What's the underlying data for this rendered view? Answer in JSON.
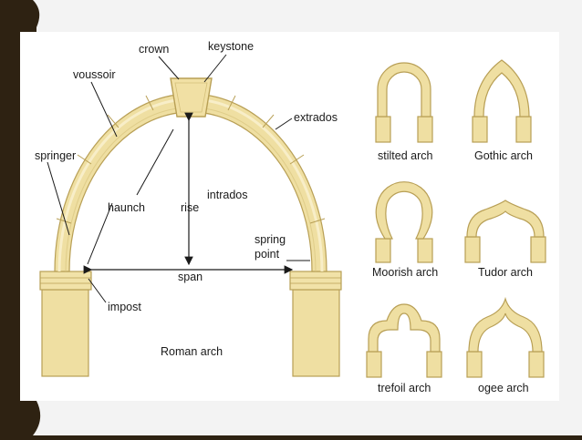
{
  "colors": {
    "slide_bg": "#f3f3f3",
    "frame_dark": "#2e2212",
    "stone_fill": "#efdfa2",
    "stone_light": "#f6ecc4",
    "stone_edge": "#b89f55",
    "line": "#1a1a1a"
  },
  "roman_arch": {
    "caption": "Roman arch",
    "labels": {
      "crown": "crown",
      "keystone": "keystone",
      "voussoir": "voussoir",
      "extrados": "extrados",
      "springer": "springer",
      "haunch": "haunch",
      "rise": "rise",
      "intrados": "intrados",
      "spring_point_line1": "spring",
      "spring_point_line2": "point",
      "span": "span",
      "impost": "impost"
    }
  },
  "arch_types": [
    {
      "name": "stilted arch"
    },
    {
      "name": "Gothic arch"
    },
    {
      "name": "Moorish arch"
    },
    {
      "name": "Tudor arch"
    },
    {
      "name": "trefoil arch"
    },
    {
      "name": "ogee arch"
    }
  ]
}
